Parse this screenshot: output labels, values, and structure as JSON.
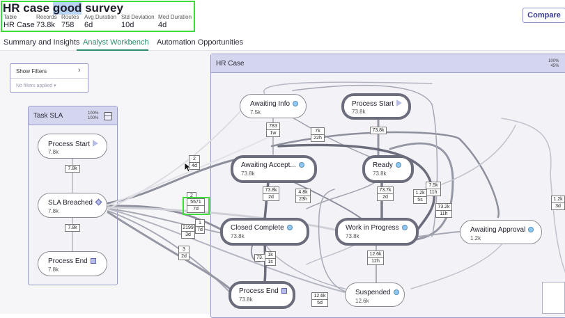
{
  "header": {
    "title_pre": "HR case ",
    "title_hl": "good",
    "title_post": " survey",
    "stats": [
      {
        "label": "Table",
        "value": "HR Case"
      },
      {
        "label": "Records",
        "value": "73.8k"
      },
      {
        "label": "Routes",
        "value": "758"
      },
      {
        "label": "Avg Duration",
        "value": "6d"
      },
      {
        "label": "Std Deviation",
        "value": "10d"
      },
      {
        "label": "Med Duration",
        "value": "4d"
      }
    ],
    "compare_label": "Compare"
  },
  "tabs": [
    {
      "label": "Summary and Insights"
    },
    {
      "label": "Analyst Workbench"
    },
    {
      "label": "Automation Opportunities"
    }
  ],
  "filters": {
    "show_label": "Show Filters",
    "none_label": "No filters applied ▾"
  },
  "task_panel": {
    "title": "Task SLA",
    "pct_top": "100%",
    "pct_bottom": "100%"
  },
  "hr_panel": {
    "title": "HR Case",
    "pct_top": "100%",
    "pct_bottom": "45%"
  },
  "task_nodes": [
    {
      "name": "Process Start",
      "count": "7.8k"
    },
    {
      "name": "SLA Breached",
      "count": "7.8k"
    },
    {
      "name": "Process End",
      "count": "7.8k"
    }
  ],
  "task_edges": [
    {
      "top": "7.8k"
    },
    {
      "top": "7.8k"
    }
  ],
  "hr_nodes": [
    {
      "name": "Awaiting Info",
      "count": "7.5k"
    },
    {
      "name": "Process Start",
      "count": "73.8k"
    },
    {
      "name": "Awaiting Accept...",
      "count": "73.8k"
    },
    {
      "name": "Ready",
      "count": "73.8k"
    },
    {
      "name": "Closed Complete",
      "count": "73.8k"
    },
    {
      "name": "Work in Progress",
      "count": "73.8k"
    },
    {
      "name": "Awaiting Approval",
      "count": "1.2k"
    },
    {
      "name": "Process End",
      "count": "73.8k"
    },
    {
      "name": "Suspended",
      "count": "12.6k"
    }
  ],
  "edge_labels": [
    {
      "top": "783",
      "bottom": "1w"
    },
    {
      "top": "7k",
      "bottom": "22h"
    },
    {
      "top": "73.8k",
      "bottom": ""
    },
    {
      "top": "2",
      "bottom": "4d"
    },
    {
      "top": "73.8k",
      "bottom": "2d"
    },
    {
      "top": "4.8k",
      "bottom": "23h"
    },
    {
      "top": "73.7k",
      "bottom": "2d"
    },
    {
      "top": "7.5k",
      "bottom": "11h"
    },
    {
      "top": "1.2k",
      "bottom": "5s"
    },
    {
      "top": "73.2k",
      "bottom": "11h"
    },
    {
      "top": "1.2k",
      "bottom": "3d"
    },
    {
      "top": "2",
      "bottom": ""
    },
    {
      "top": "5571",
      "bottom": "7d"
    },
    {
      "top": "1",
      "bottom": "7d"
    },
    {
      "top": "2199",
      "bottom": "3d"
    },
    {
      "top": "3",
      "bottom": "2d"
    },
    {
      "top": "12.6k",
      "bottom": "12h"
    },
    {
      "top": "1k",
      "bottom": "1s"
    },
    {
      "top": "73.",
      "bottom": ""
    },
    {
      "top": "12.6k",
      "bottom": "5d"
    }
  ]
}
